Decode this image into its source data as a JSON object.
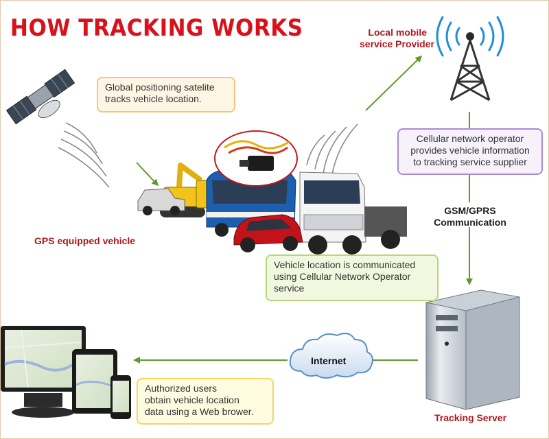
{
  "title": "HOW TRACKING WORKS",
  "labels": {
    "provider_line1": "Local mobile",
    "provider_line2": "service Provider",
    "gsm_line1": "GSM/GPRS",
    "gsm_line2": "Communication",
    "gps_vehicle": "GPS equipped vehicle",
    "internet": "Internet",
    "tracking_server": "Tracking Server"
  },
  "notes": {
    "satellite": [
      "Global positioning satelite",
      "tracks vehicle location."
    ],
    "operator": [
      "Cellular network operator",
      "provides vehicle information",
      "to tracking service supplier"
    ],
    "vehicle": [
      "Vehicle location is communicated",
      "using Cellular Network Operator",
      "service"
    ],
    "users": [
      "Authorized users",
      "obtain vehicle location",
      "data using a Web brower."
    ]
  },
  "colors": {
    "title": "#d8121b",
    "label_red": "#b0161c",
    "arrow_green": "#5f9b2a"
  },
  "icons": [
    "satellite-icon",
    "cell-tower-icon",
    "gps-device-icon",
    "vehicles-icon",
    "server-icon",
    "cloud-icon",
    "monitor-icon",
    "tablet-icon",
    "phone-icon"
  ]
}
